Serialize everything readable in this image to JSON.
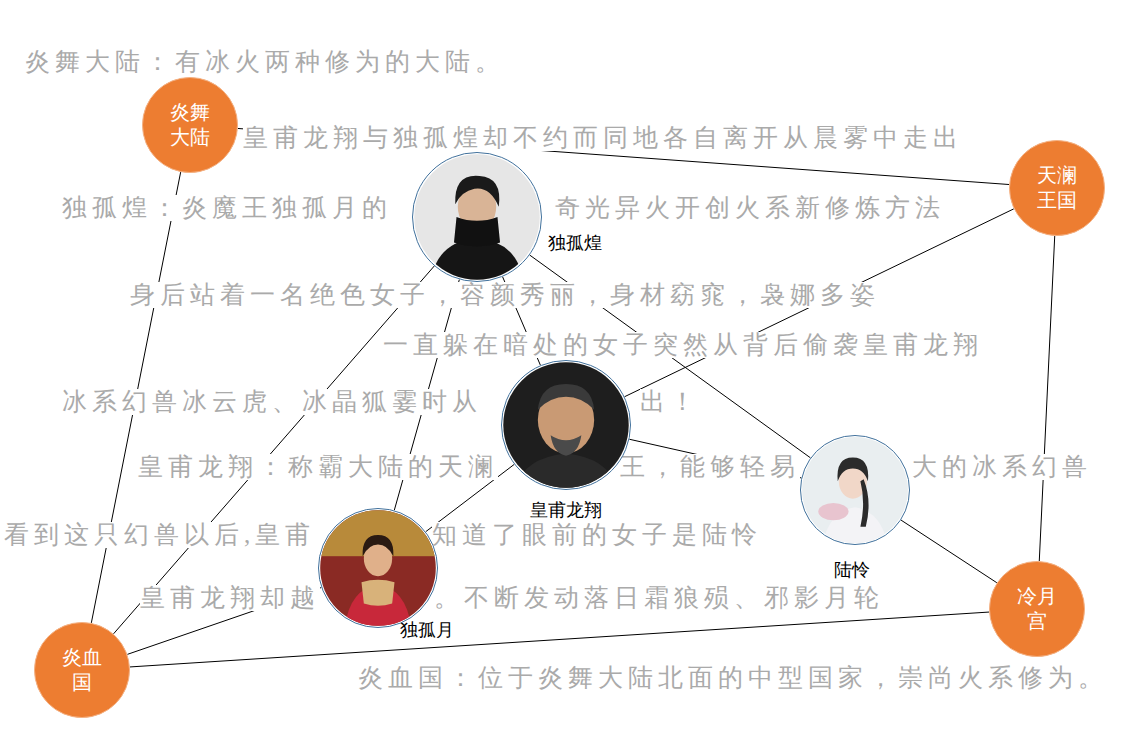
{
  "diagram": {
    "nodes": [
      {
        "text": [
          "炎舞大陆"
        ]
      },
      {
        "text": [
          "天澜王国"
        ]
      },
      {
        "text": [
          "独孤煌"
        ]
      },
      {
        "text": [
          "皇甫龙翔"
        ]
      },
      {
        "text": [
          "陆怜"
        ]
      },
      {
        "text": [
          "独孤月"
        ]
      },
      {
        "text": [
          "冷月宫"
        ]
      },
      {
        "text": [
          "炎血国"
        ]
      }
    ],
    "edges": [
      {
        "from": 0,
        "to": 1,
        "arrow": "none"
      },
      {
        "from": 0,
        "to": 7,
        "arrow": "none"
      },
      {
        "from": 1,
        "to": 6,
        "arrow": "none"
      },
      {
        "from": 7,
        "to": 6,
        "arrow": "none"
      },
      {
        "from": 2,
        "to": 7,
        "arrow": "none"
      },
      {
        "from": 2,
        "to": 5,
        "arrow": "none"
      },
      {
        "from": 2,
        "to": 3,
        "arrow": "none"
      },
      {
        "from": 2,
        "to": 4,
        "arrow": "none"
      },
      {
        "from": 3,
        "to": 1,
        "arrow": "none"
      },
      {
        "from": 3,
        "to": 4,
        "arrow": "none"
      },
      {
        "from": 3,
        "to": 5,
        "arrow": "none"
      },
      {
        "from": 5,
        "to": 7,
        "arrow": "none"
      },
      {
        "from": 4,
        "to": 6,
        "arrow": "none"
      }
    ],
    "labels": [
      "炎舞大陆：有冰火两种修为的大陆。",
      "皇甫龙翔与独孤煌却不约而同地各自离开从晨雾中走出",
      "独孤煌：炎魔王独孤月的",
      "奇光异火开创火系新修炼方法",
      "身后站着一名绝色女子，容颜秀丽，身材窈窕，袅娜多姿",
      "一直躲在暗处的女子突然从背后偷袭皇甫龙翔",
      "冰系幻兽冰云虎、冰晶狐霎时从",
      "出！",
      "皇甫龙翔：称霸大陆的天澜",
      "王，能够轻易",
      "大的冰系幻兽",
      "看到这只幻兽以后,皇甫",
      "知道了眼前的女子是陆怜",
      "皇甫龙翔却越",
      "。不断发动落日霜狼殒、邪影月轮",
      "炎血国：位于炎舞大陆北面的中型国家，崇尚火系修为。"
    ]
  }
}
